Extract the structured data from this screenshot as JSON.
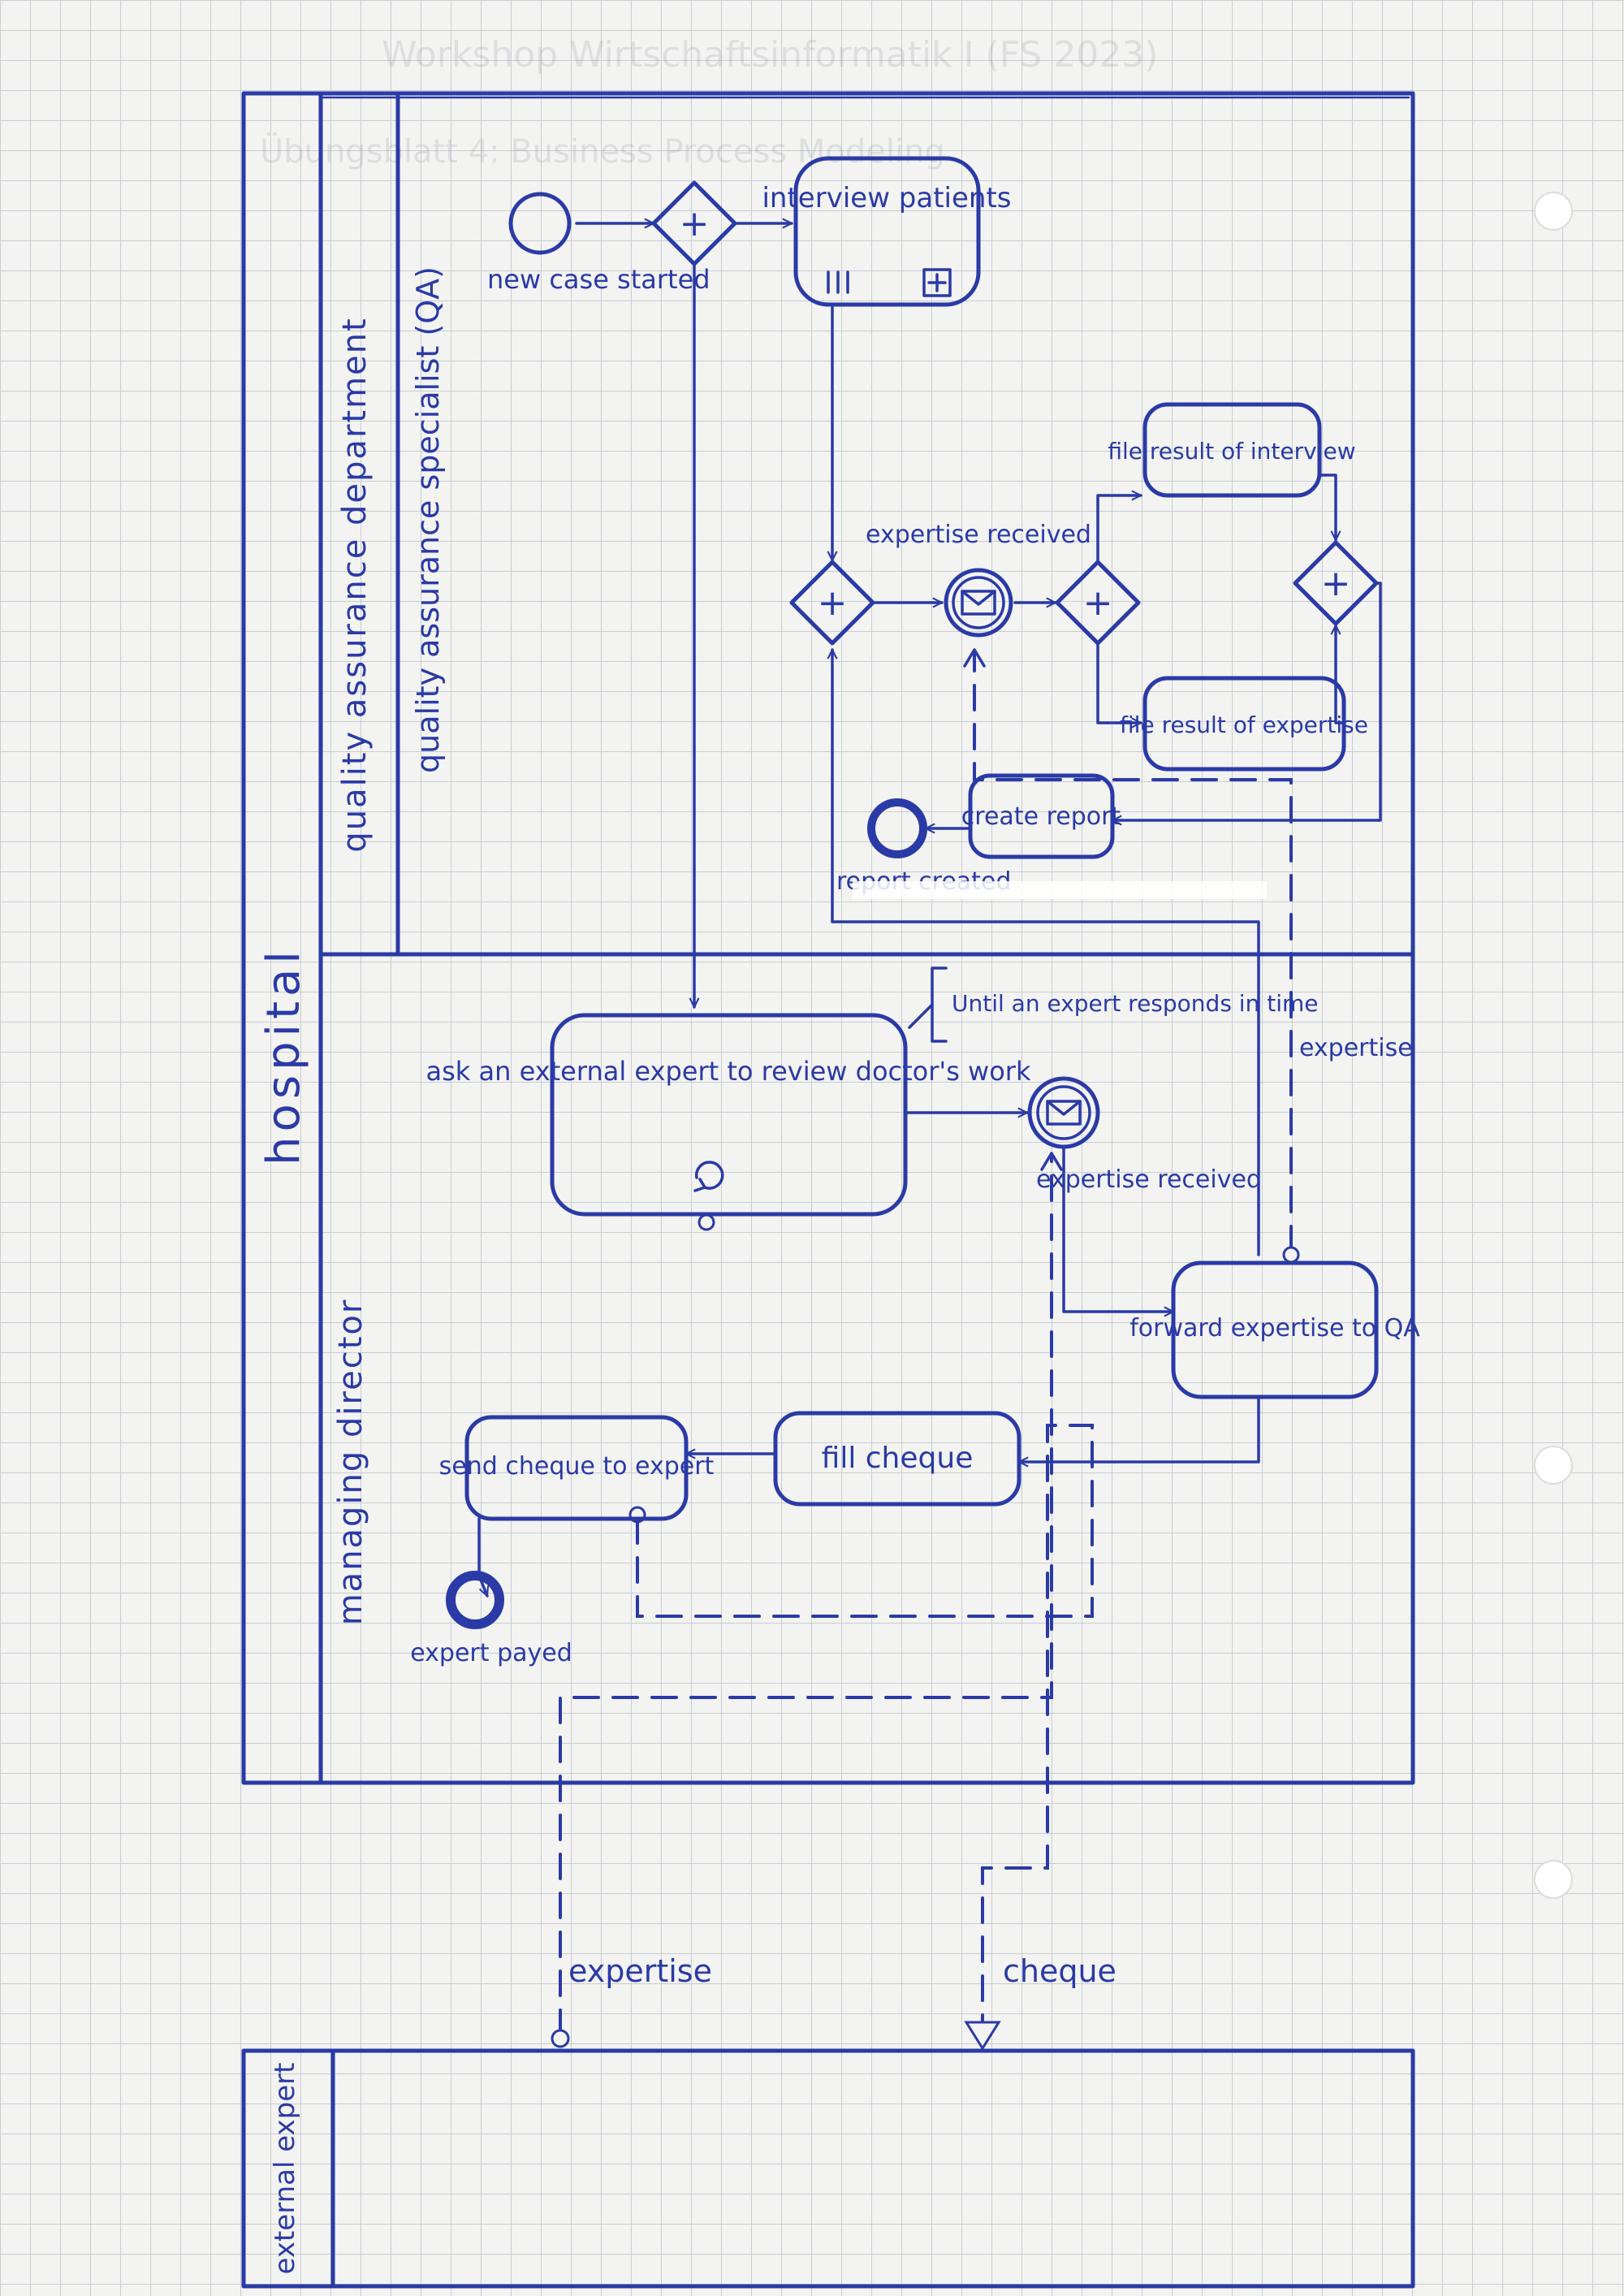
{
  "header": {
    "line1": "Workshop Wirtschaftsinformatik I (FS 2023)",
    "line2": "Übungsblatt 4: Business Process Modeling"
  },
  "pools": {
    "hospital": "hospital",
    "external": "external expert"
  },
  "lanes": {
    "qa_department": "quality assurance department",
    "qa_specialist": "quality assurance specialist (QA)",
    "managing_director": "managing director"
  },
  "events": {
    "start": "new case started",
    "expertise_received_qa": "expertise received",
    "report_created": "report created",
    "expertise_received_md": "expertise received",
    "expert_payed": "expert payed"
  },
  "tasks": {
    "interview_patients": "interview patients",
    "file_result_interview": "file result of interview",
    "file_result_expertise": "file result of expertise",
    "create_report": "create report",
    "ask_external_expert": "ask an external expert to review doctor's work",
    "forward_expertise": "forward expertise to QA",
    "fill_cheque": "fill cheque",
    "send_cheque": "send cheque to expert"
  },
  "gateway_symbol": "+",
  "annotations": {
    "loop_condition": "Until an expert responds in time"
  },
  "message_flows": {
    "expertise_to_qa": "expertise",
    "expertise_from_expert": "expertise",
    "cheque": "cheque"
  },
  "colors": {
    "ink": "#2a3aa6",
    "paper": "#f3f3f1",
    "grid": "#c9ccd3"
  }
}
